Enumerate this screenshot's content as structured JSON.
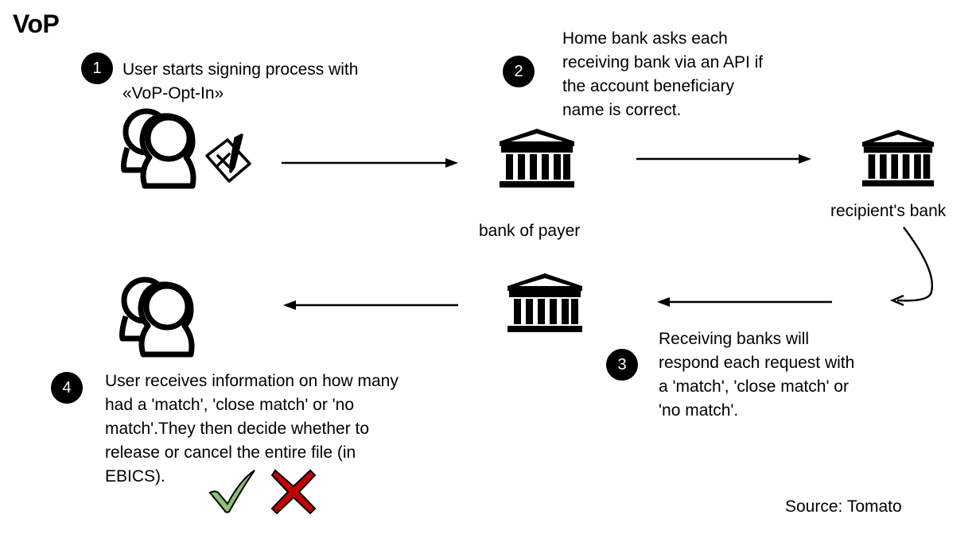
{
  "title": "VoP",
  "steps": [
    {
      "number": "1",
      "text": "User starts signing process with\n«VoP-Opt-In»"
    },
    {
      "number": "2",
      "text": "Home bank asks each\nreceiving bank via an API if\nthe account beneficiary\nname is correct."
    },
    {
      "number": "3",
      "text": "Receiving banks will\nrespond each request with\na 'match', 'close match' or\n'no match'."
    },
    {
      "number": "4",
      "text": "User receives information on how many\nhad a 'match', 'close match' or 'no\nmatch'.They then decide whether to\nrelease or cancel the entire file (in\nEBICS)."
    }
  ],
  "labels": {
    "bank_of_payer": "bank of payer",
    "recipients_bank": "recipient's bank",
    "source": "Source: Tomato"
  },
  "icons": {
    "user_top": "users-icon",
    "signature": "signature-pen-icon",
    "bank_payer": "bank-icon",
    "bank_recipient": "bank-icon",
    "bank_return": "bank-icon",
    "user_bottom": "users-icon",
    "check": "checkmark-icon",
    "cross": "cross-icon"
  },
  "colors": {
    "check": "#8fbf73",
    "cross": "#c00000"
  }
}
